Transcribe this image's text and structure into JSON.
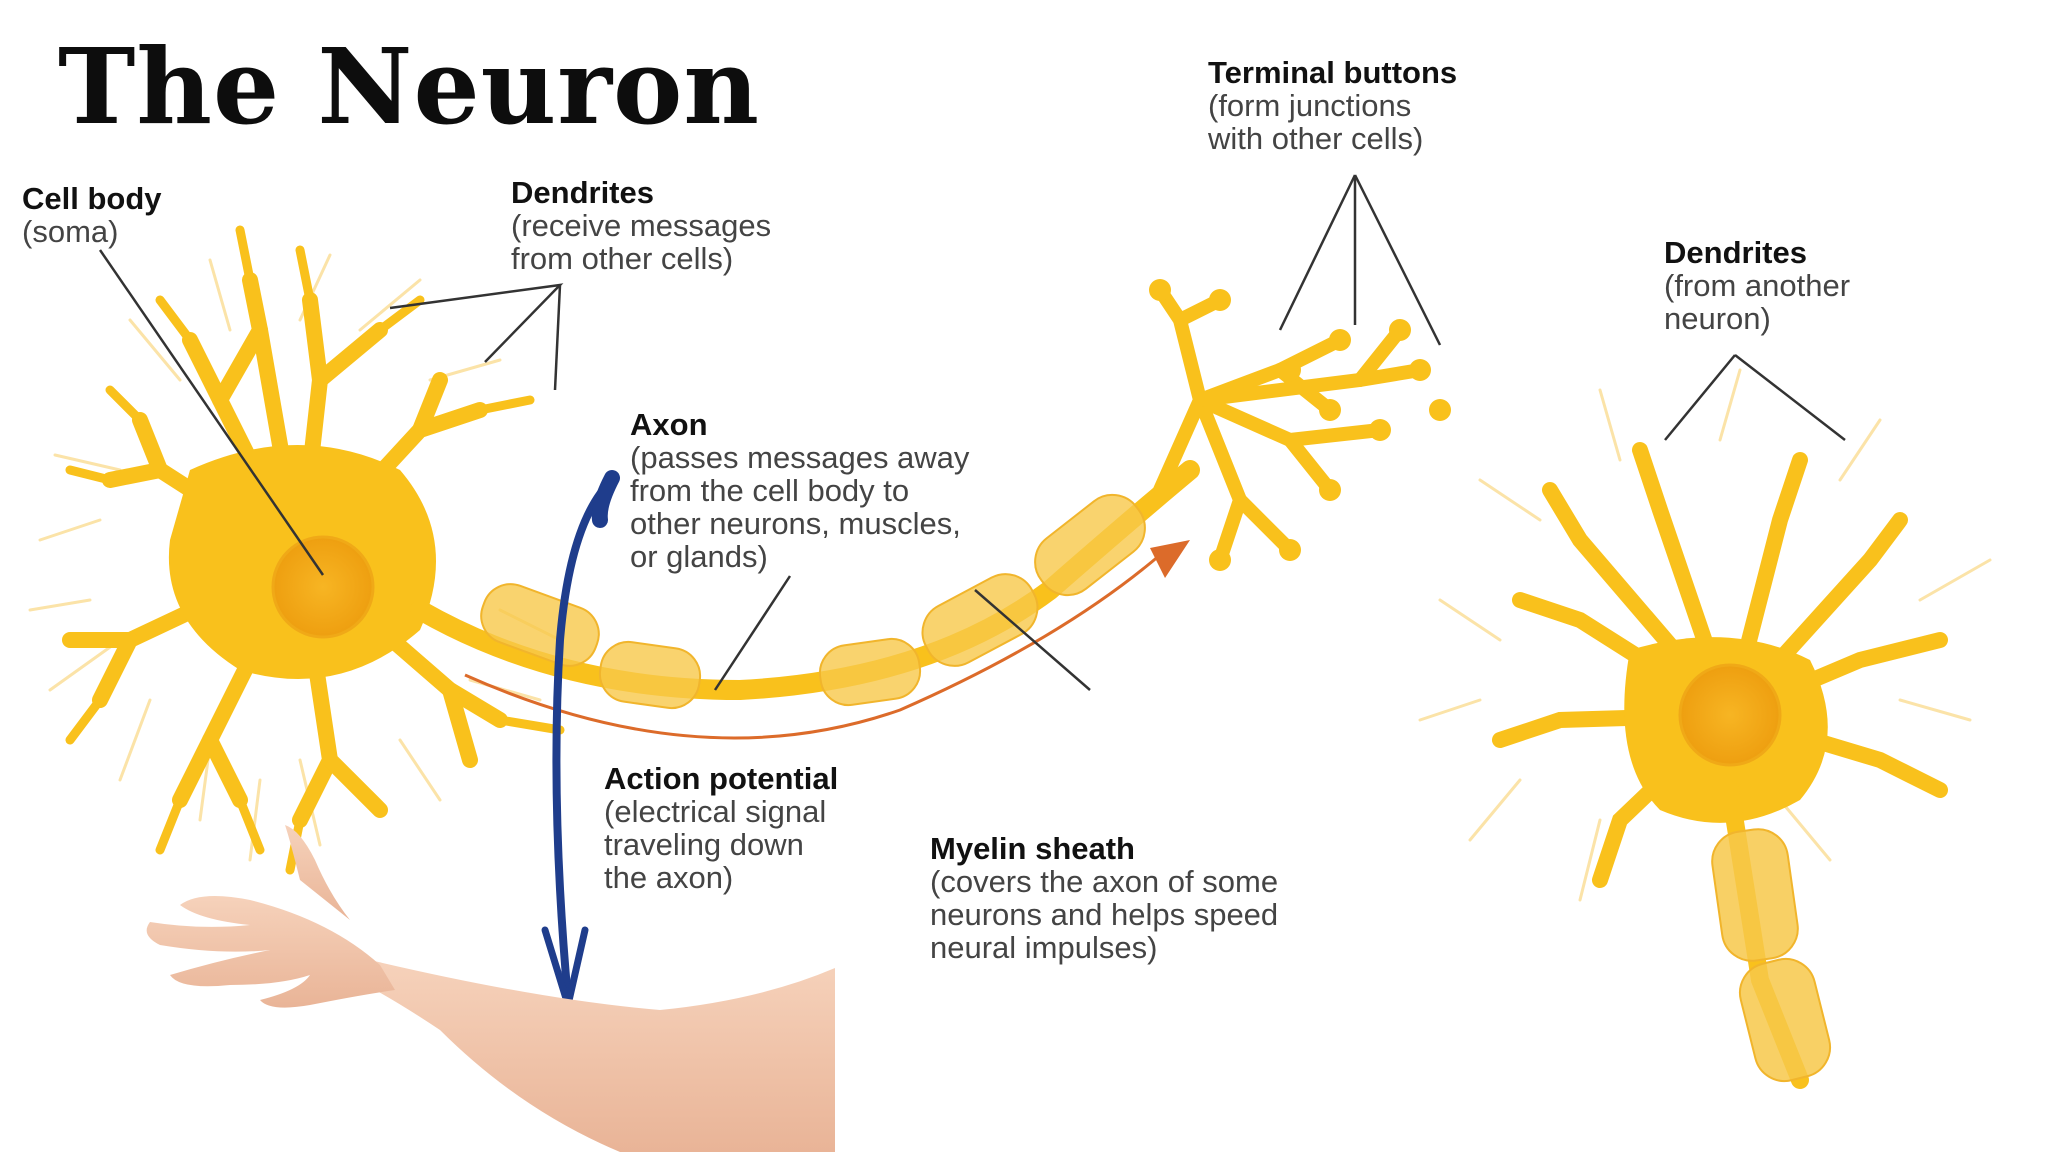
{
  "title": "The Neuron",
  "labels": {
    "cell_body": {
      "head": "Cell body",
      "lines": [
        "(soma)"
      ]
    },
    "dendrites": {
      "head": "Dendrites",
      "lines": [
        "(receive messages",
        "from other cells)"
      ]
    },
    "axon": {
      "head": "Axon",
      "lines": [
        "(passes messages away",
        "from the cell body to",
        "other neurons, muscles,",
        "or glands)"
      ]
    },
    "action_potential": {
      "head": "Action potential",
      "lines": [
        "(electrical signal",
        "traveling down",
        "the axon)"
      ]
    },
    "myelin_sheath": {
      "head": "Myelin sheath",
      "lines": [
        "(covers the axon of some",
        "neurons and helps speed",
        "neural impulses)"
      ]
    },
    "terminal_buttons": {
      "head": "Terminal buttons",
      "lines": [
        "(form junctions",
        "with other cells)"
      ]
    },
    "dendrites_other": {
      "head": "Dendrites",
      "lines": [
        "(from another",
        "neuron)"
      ]
    }
  },
  "colors": {
    "neuron_fill": "#f9c11c",
    "neuron_light": "#fde79a",
    "nucleus": "#f3a814",
    "myelin": "#f7c84a",
    "leader_lines": "#333333",
    "action_arrow": "#dc6b2a",
    "annotation_arrow": "#1f3d8c",
    "skin": "#f1c5aa"
  }
}
